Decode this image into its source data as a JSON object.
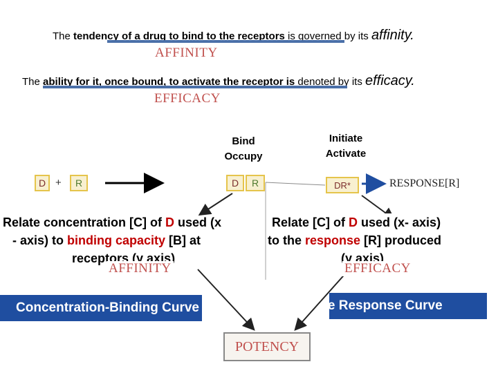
{
  "line1": {
    "prefix": "The ",
    "bold": "tendency of a drug to bind to the receptors",
    "middle": " is governed by its ",
    "term": "affinity."
  },
  "affinity_heading": "AFFINITY",
  "line2": {
    "prefix": "The ",
    "bold": "ability for it, once bound, to activate the receptor is",
    "middle": " denoted by its ",
    "term": "efficacy."
  },
  "efficacy_heading": "EFFICACY",
  "bind_occupy": [
    "Bind",
    "Occupy"
  ],
  "initiate_activate": [
    "Initiate",
    "Activate"
  ],
  "reaction": {
    "d": "D",
    "plus": "+",
    "r": "R",
    "complex_d": "D",
    "complex_r": "R",
    "dr_star": "DR*",
    "response": "RESPONSE[R]"
  },
  "left_relate": {
    "line1_a": "Relate concentration [C] of ",
    "line1_d": "D",
    "line1_b": " used (x",
    "line2_a": "- axis) to ",
    "line2_red": "binding capacity",
    "line2_b": " [B] at",
    "line3": "receptors (y axis)"
  },
  "right_relate": {
    "line1_a": "Relate [C] of ",
    "line1_d": "D",
    "line1_b": " used (x- axis)",
    "line2_a": "to the ",
    "line2_red": "response",
    "line2_b": " [R] produced",
    "line3": "(y axis)"
  },
  "affinity_label": "AFFINITY",
  "efficacy_label": "EFFICACY",
  "left_curve": "Concentration-Binding  Curve",
  "right_curve": "Dose Response Curve",
  "potency": "POTENCY",
  "colors": {
    "underline": "#4a6fa8",
    "heading_red": "#c0504d",
    "accent_red": "#c00000",
    "curve_box": "#1f4ea0",
    "chip_border": "#e5c44b"
  }
}
